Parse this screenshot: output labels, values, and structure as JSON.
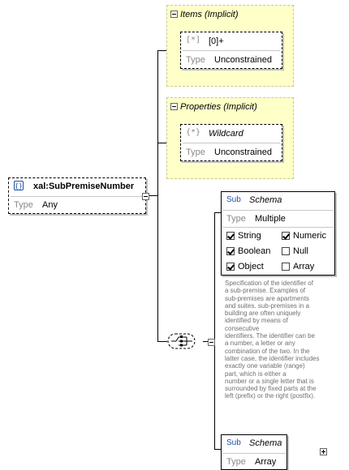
{
  "items_group": {
    "title": "Items (Implicit)",
    "item_icon": "[*]",
    "item_label": "[0]+",
    "type_key": "Type",
    "type_value": "Unconstrained"
  },
  "properties_group": {
    "title": "Properties (Implicit)",
    "item_icon": "{*}",
    "item_label": "Wildcard",
    "type_key": "Type",
    "type_value": "Unconstrained"
  },
  "root": {
    "icon": "{}",
    "name": "xal:SubPremiseNumber",
    "type_key": "Type",
    "type_value": "Any"
  },
  "schema1": {
    "sub_label": "Sub",
    "title": "Schema",
    "type_key": "Type",
    "type_value": "Multiple",
    "types": [
      {
        "label": "String",
        "checked": true
      },
      {
        "label": "Numeric",
        "checked": true
      },
      {
        "label": "Boolean",
        "checked": true
      },
      {
        "label": "Null",
        "checked": false
      },
      {
        "label": "Object",
        "checked": true
      },
      {
        "label": "Array",
        "checked": false
      }
    ]
  },
  "description": [
    "Specification of the identifier of",
    "a sub-premise. Examples of",
    "sub-premises are apartments",
    "and suites. sub-premises in a",
    "building are often uniquely",
    "identified by means of",
    "consecutive",
    "identifiers. The identifier can be",
    "a number, a letter or any",
    "combination of the two. In the",
    "latter case, the identifier includes",
    "exactly one variable (range)",
    "part, which is either a",
    "number or a single letter that is",
    "surrounded by fixed parts at the",
    "left (prefix) or the right (postfix)."
  ],
  "schema2": {
    "sub_label": "Sub",
    "title": "Schema",
    "type_key": "Type",
    "type_value": "Array"
  }
}
